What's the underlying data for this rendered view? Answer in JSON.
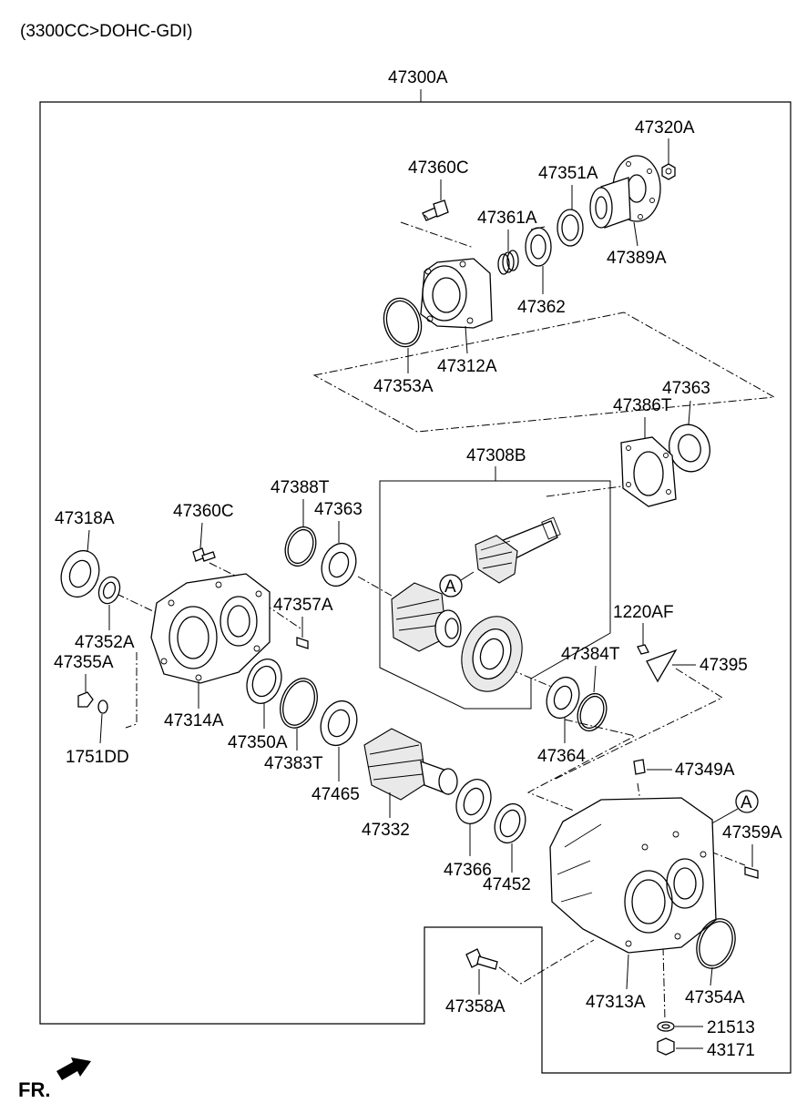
{
  "header": {
    "engine_note": "(3300CC>DOHC-GDI)",
    "assembly_label": "47300A"
  },
  "footer": {
    "front_label": "FR."
  },
  "parts": {
    "p47360C_top": "47360C",
    "p47361A": "47361A",
    "p47351A": "47351A",
    "p47320A": "47320A",
    "p47389A": "47389A",
    "p47362": "47362",
    "p47312A": "47312A",
    "p47353A": "47353A",
    "p47363_top": "47363",
    "p47386T": "47386T",
    "p47308B": "47308B",
    "p47388T": "47388T",
    "p47363_mid": "47363",
    "p47318A": "47318A",
    "p47360C_mid": "47360C",
    "p47357A": "47357A",
    "p47352A": "47352A",
    "p47355A": "47355A",
    "p1751DD": "1751DD",
    "p47314A": "47314A",
    "p47350A": "47350A",
    "p47383T": "47383T",
    "p47465": "47465",
    "p47332": "47332",
    "p47366": "47366",
    "p47452": "47452",
    "p1220AF": "1220AF",
    "p47395": "47395",
    "p47384T": "47384T",
    "p47364": "47364",
    "p47349A": "47349A",
    "p47359A": "47359A",
    "p47354A": "47354A",
    "p47313A": "47313A",
    "p47358A": "47358A",
    "p21513": "21513",
    "p43171": "43171"
  },
  "callouts": {
    "ref_a_gear": "A",
    "ref_a_case": "A"
  }
}
